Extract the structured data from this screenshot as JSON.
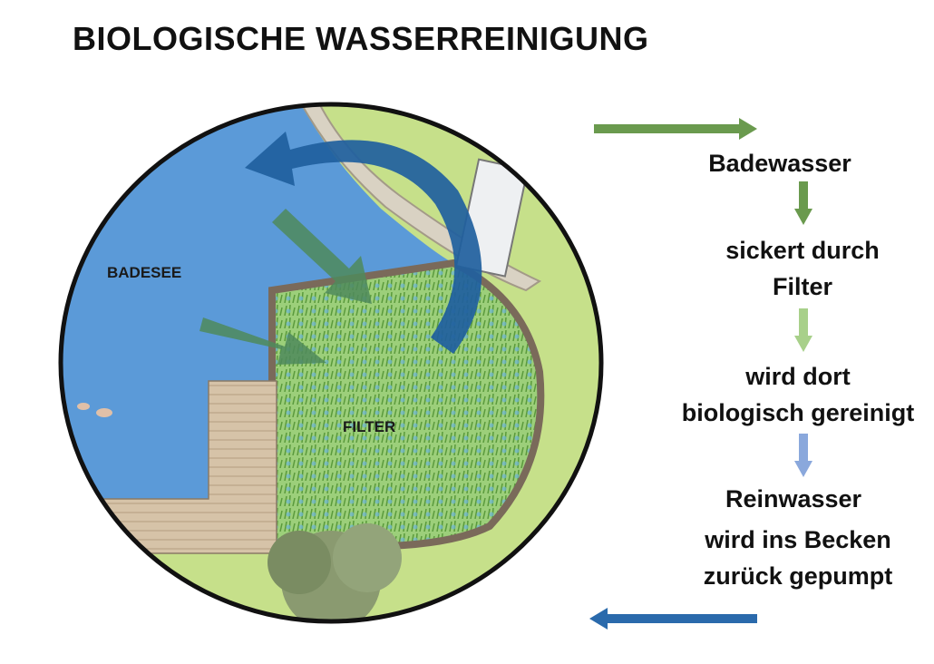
{
  "title": "BIOLOGISCHE WASSERREINIGUNG",
  "labels": {
    "lake": "BADESEE",
    "filter": "FILTER"
  },
  "steps": [
    {
      "text": "Badewasser"
    },
    {
      "text": "sickert durch",
      "text2": "Filter"
    },
    {
      "text": "wird dort",
      "text2": "biologisch gereinigt"
    },
    {
      "text": "Reinwasser"
    },
    {
      "text": "wird ins Becken",
      "text2": "zurück gepumpt"
    }
  ],
  "colors": {
    "green_dark": "#6a9a4e",
    "green_light": "#a8d08a",
    "blue_light": "#8aa8dc",
    "blue_dark": "#2a6aac",
    "water": "#5b9ad8",
    "meadow": "#c8e08a"
  }
}
